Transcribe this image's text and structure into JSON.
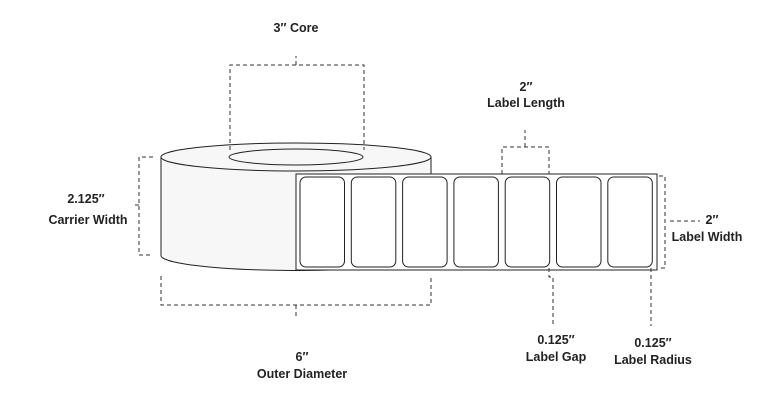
{
  "core": {
    "value": "3″ Core"
  },
  "carrier_width": {
    "value": "2.125″",
    "label": "Carrier Width"
  },
  "outer_diameter": {
    "value": "6″",
    "label": "Outer Diameter"
  },
  "label_length": {
    "value": "2″",
    "label": "Label Length"
  },
  "label_width": {
    "value": "2″",
    "label": "Label Width"
  },
  "label_gap": {
    "value": "0.125″",
    "label": "Label Gap"
  },
  "label_radius": {
    "value": "0.125″",
    "label": "Label Radius"
  },
  "label_count": 7,
  "colors": {
    "roll_fill": "#f7f7f7",
    "line": "#222222"
  }
}
